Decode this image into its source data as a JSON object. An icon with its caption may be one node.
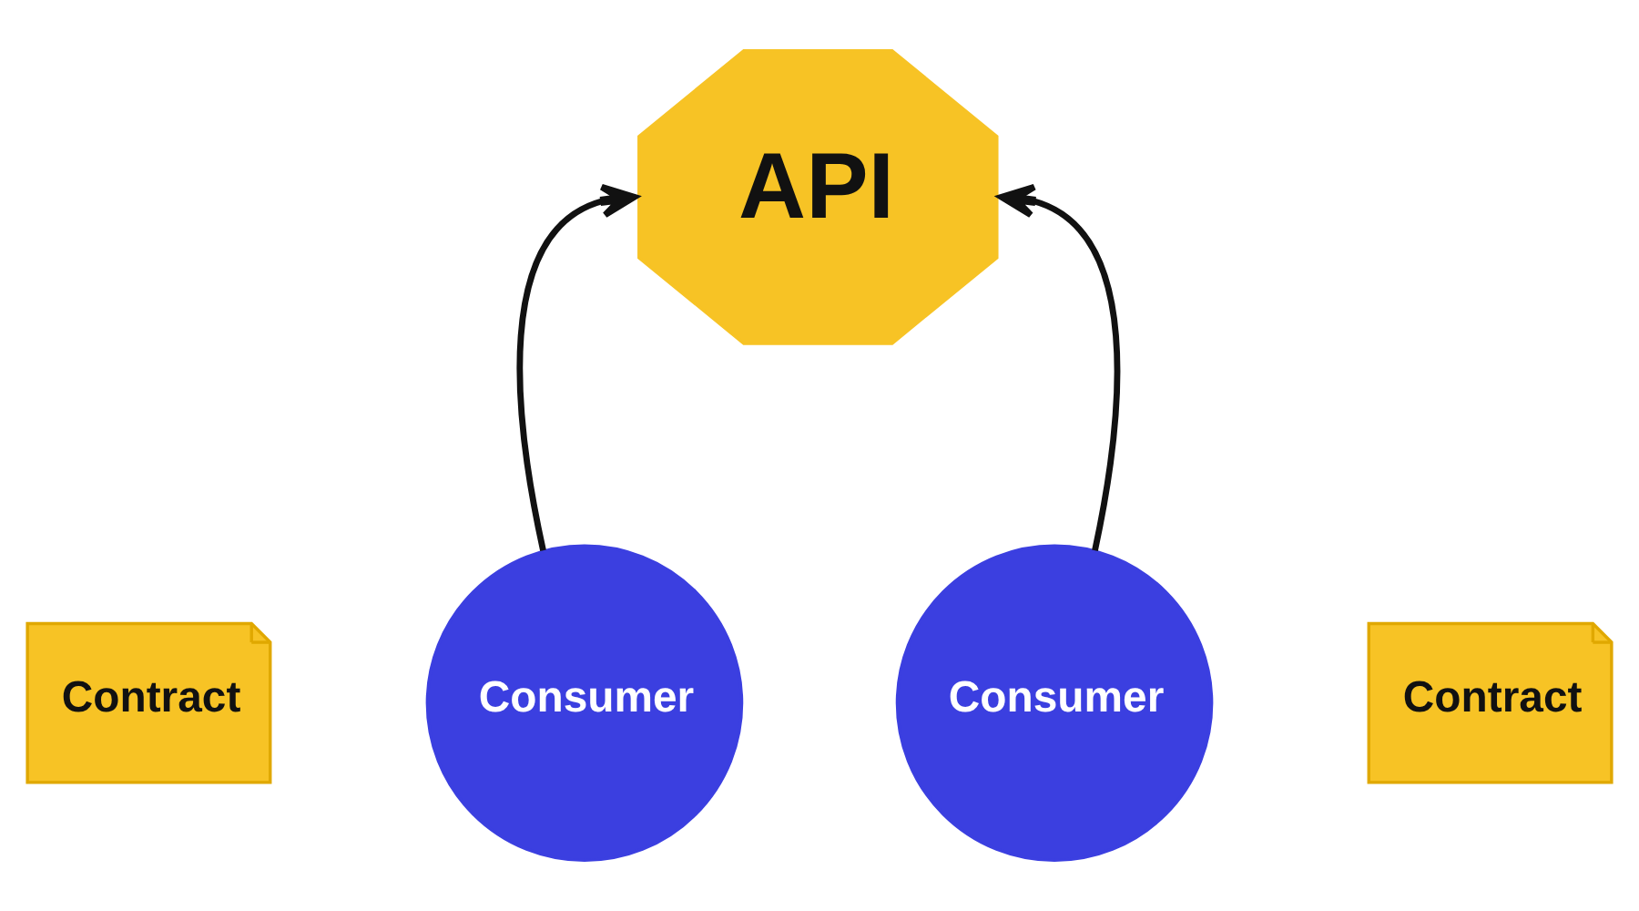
{
  "diagram": {
    "nodes": [
      {
        "text": [
          "API"
        ]
      },
      {
        "text": [
          "Contract"
        ]
      },
      {
        "text": [
          "Contract"
        ]
      },
      {
        "text": [
          "Consumer"
        ]
      },
      {
        "text": [
          "Consumer"
        ]
      }
    ],
    "edges": [
      {
        "from": 3,
        "to": 0,
        "arrow": "to"
      },
      {
        "from": 4,
        "to": 0,
        "arrow": "to"
      }
    ]
  }
}
